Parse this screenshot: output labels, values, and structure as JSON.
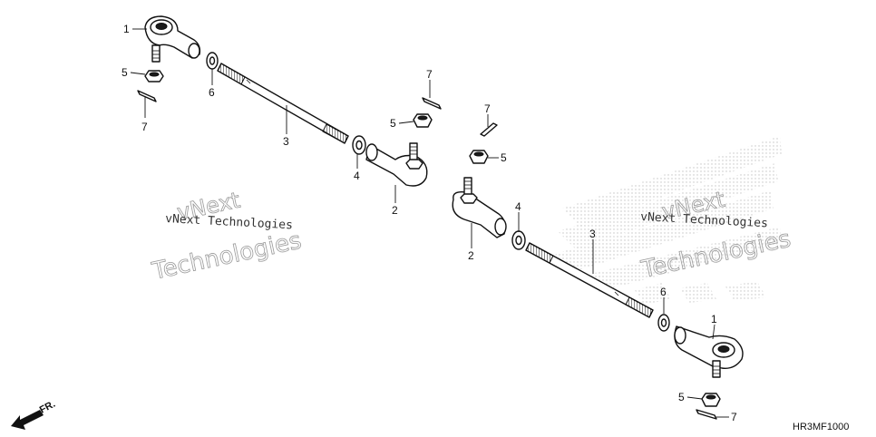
{
  "callouts": {
    "left_1": "1",
    "left_5a": "5",
    "left_7a": "7",
    "left_6": "6",
    "left_3": "3",
    "left_7b": "7",
    "left_5b": "5",
    "left_4": "4",
    "left_2": "2",
    "right_7a": "7",
    "right_5a": "5",
    "right_4": "4",
    "right_2": "2",
    "right_3": "3",
    "right_6": "6",
    "right_1": "1",
    "right_5b": "5",
    "right_7b": "7"
  },
  "watermark": {
    "line1": "vNext",
    "line2": "Technologies",
    "small": "vNext Technologies"
  },
  "direction": "FR.",
  "diagram_code": "HR3MF1000"
}
